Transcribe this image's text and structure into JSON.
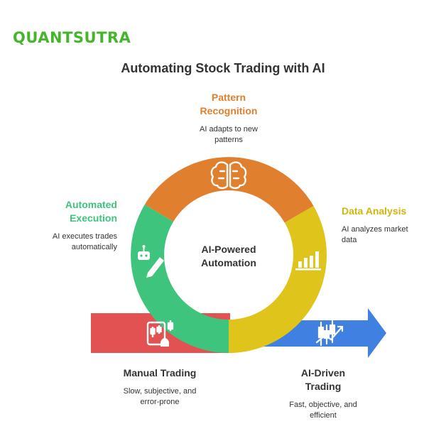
{
  "logo": {
    "text": "QUANTSUTRA"
  },
  "title": "Automating Stock Trading with AI",
  "center_label": {
    "line1": "AI-Powered",
    "line2": "Automation"
  },
  "segments": [
    {
      "id": "pattern",
      "title_line1": "Pattern",
      "title_line2": "Recognition",
      "desc_line1": "AI adapts to new",
      "desc_line2": "patterns",
      "color": "#e07f2e",
      "icon": "brain-icon"
    },
    {
      "id": "data",
      "title_line1": "Data Analysis",
      "title_line2": "",
      "desc_line1": "AI analyzes market",
      "desc_line2": "data",
      "color": "#dfc41b",
      "icon": "bar-chart-icon"
    },
    {
      "id": "execution",
      "title_line1": "Automated",
      "title_line2": "Execution",
      "desc_line1": "AI executes trades",
      "desc_line2": "automatically",
      "color": "#3ec47c",
      "icon": "robot-pen-icon"
    }
  ],
  "stages": [
    {
      "id": "manual",
      "title_line1": "Manual Trading",
      "title_line2": "",
      "desc_line1": "Slow, subjective, and",
      "desc_line2": "error-prone",
      "color": "#e25252",
      "icon": "tablet-candles-icon"
    },
    {
      "id": "ai",
      "title_line1": "AI-Driven",
      "title_line2": "Trading",
      "desc_line1": "Fast, objective, and",
      "desc_line2": "efficient",
      "color": "#3f80e0",
      "icon": "candlestick-trend-icon"
    }
  ]
}
